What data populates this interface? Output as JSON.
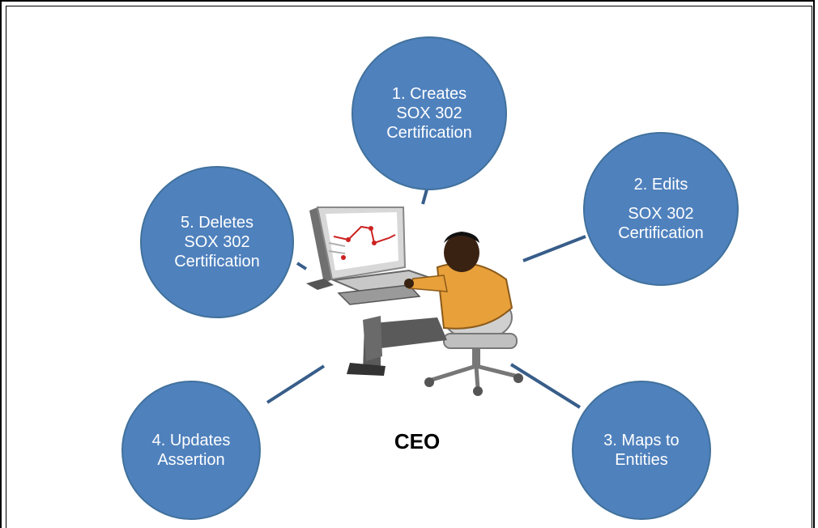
{
  "diagram": {
    "center_label": "CEO",
    "nodes": [
      {
        "id": "creates",
        "lines": [
          "1. Creates",
          "SOX 302",
          "Certification"
        ]
      },
      {
        "id": "edits",
        "lines": [
          "2. Edits",
          "SOX 302",
          "Certification"
        ]
      },
      {
        "id": "maps",
        "lines": [
          "3. Maps to",
          "Entities"
        ]
      },
      {
        "id": "updates",
        "lines": [
          "4. Updates",
          "Assertion"
        ]
      },
      {
        "id": "deletes",
        "lines": [
          "5. Deletes",
          "SOX 302",
          "Certification"
        ]
      }
    ],
    "colors": {
      "node_fill": "#4f81bd",
      "node_stroke": "#41719c",
      "connector": "#385d8a",
      "node_text": "#ffffff"
    }
  }
}
